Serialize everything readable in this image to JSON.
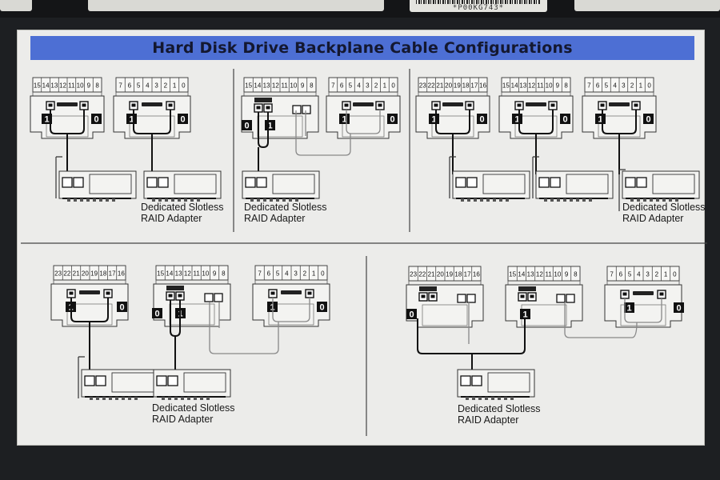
{
  "title": "Hard Disk Drive Backplane Cable Configurations",
  "barcode_label": "*P00KG743*",
  "strips": {
    "s15_8": [
      "15",
      "14",
      "13",
      "12",
      "11",
      "10",
      "9",
      "8"
    ],
    "s7_0": [
      "7",
      "6",
      "5",
      "4",
      "3",
      "2",
      "1",
      "0"
    ],
    "s23_16": [
      "23",
      "22",
      "21",
      "20",
      "19",
      "18",
      "17",
      "16"
    ]
  },
  "port_labels": [
    "0",
    "1"
  ],
  "adapter_label": [
    "Dedicated Slotless",
    "RAID Adapter"
  ]
}
